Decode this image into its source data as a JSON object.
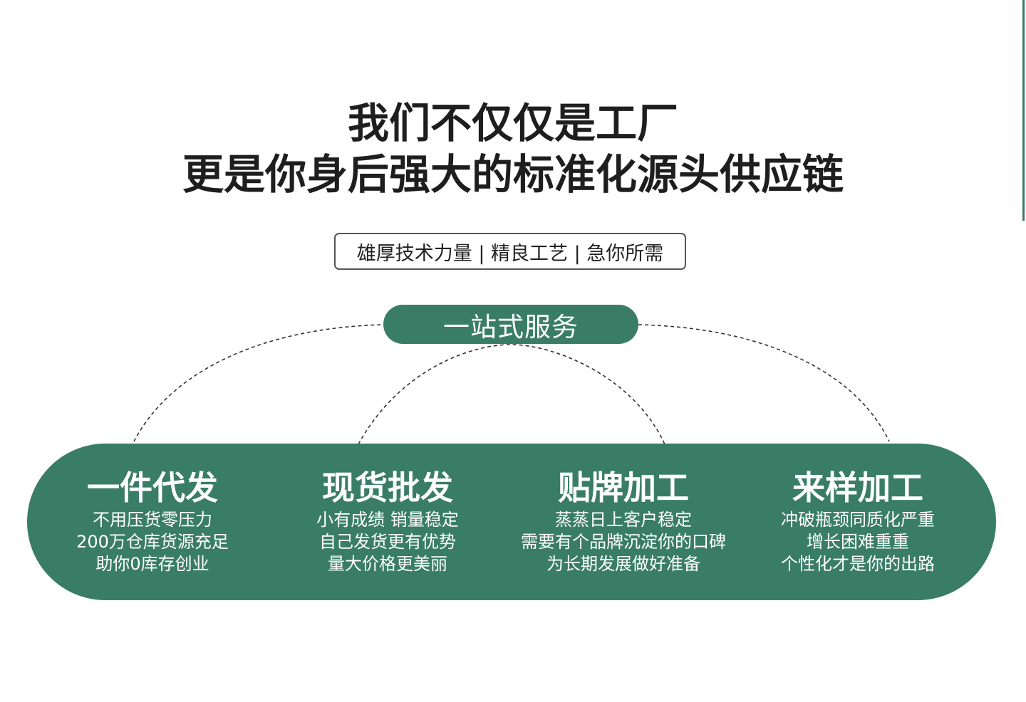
{
  "headline": {
    "line1": "我们不仅仅是工厂",
    "line2": "更是你身后强大的标准化源头供应链"
  },
  "tagline": "雄厚技术力量 | 精良工艺 | 急你所需",
  "service_label": "一站式服务",
  "services": [
    {
      "title": "一件代发",
      "lines": [
        "不用压货零压力",
        "200万仓库货源充足",
        "助你0库存创业"
      ]
    },
    {
      "title": "现货批发",
      "lines": [
        "小有成绩 销量稳定",
        "自己发货更有优势",
        "量大价格更美丽"
      ]
    },
    {
      "title": "贴牌加工",
      "lines": [
        "蒸蒸日上客户稳定",
        "需要有个品牌沉淀你的口碑",
        "为长期发展做好准备"
      ]
    },
    {
      "title": "来样加工",
      "lines": [
        "冲破瓶颈同质化严重",
        "增长困难重重",
        "个性化才是你的出路"
      ]
    }
  ],
  "colors": {
    "accent": "#3a7d67",
    "text": "#1e1e1e",
    "on_accent": "#ffffff"
  }
}
